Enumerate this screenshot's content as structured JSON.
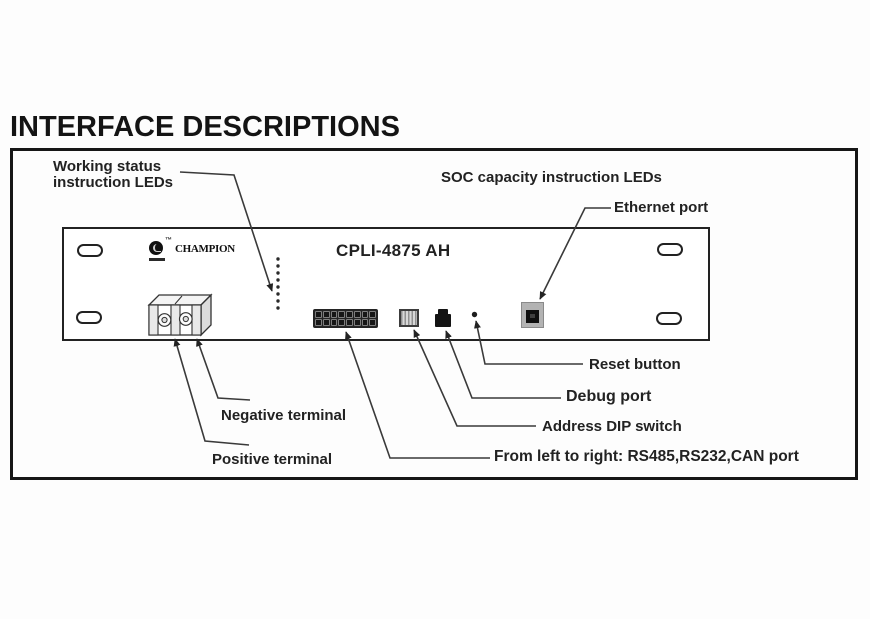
{
  "page": {
    "title": "INTERFACE DESCRIPTIONS"
  },
  "diagram": {
    "device": {
      "model": "CPLI-4875 AH",
      "brand": "CHAMPION",
      "trademark": "™"
    },
    "labels": {
      "working_status_line1": "Working status",
      "working_status_line2": "instruction LEDs",
      "soc": "SOC capacity instruction LEDs",
      "ethernet": "Ethernet port",
      "reset": "Reset button",
      "debug": "Debug port",
      "address_dip": "Address DIP switch",
      "comm_ports": "From left to right: RS485,RS232,CAN port",
      "negative": "Negative terminal",
      "positive": "Positive terminal"
    },
    "colors": {
      "ink": "#1d1d1d",
      "line": "#3a3a3a",
      "paper": "#fdfdfd"
    }
  }
}
